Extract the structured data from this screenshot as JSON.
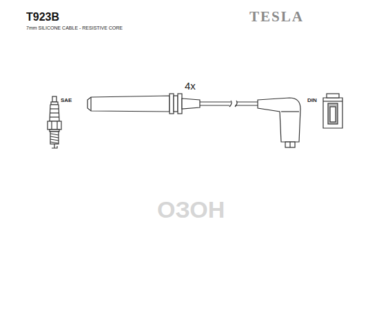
{
  "diagram": {
    "title": "T923B",
    "labels": [
      "7mm SILICONE CABLE - RESISTIVE CORE",
      "TESLA",
      "SAE",
      "4x",
      "DIN",
      "ОЗОН"
    ]
  }
}
